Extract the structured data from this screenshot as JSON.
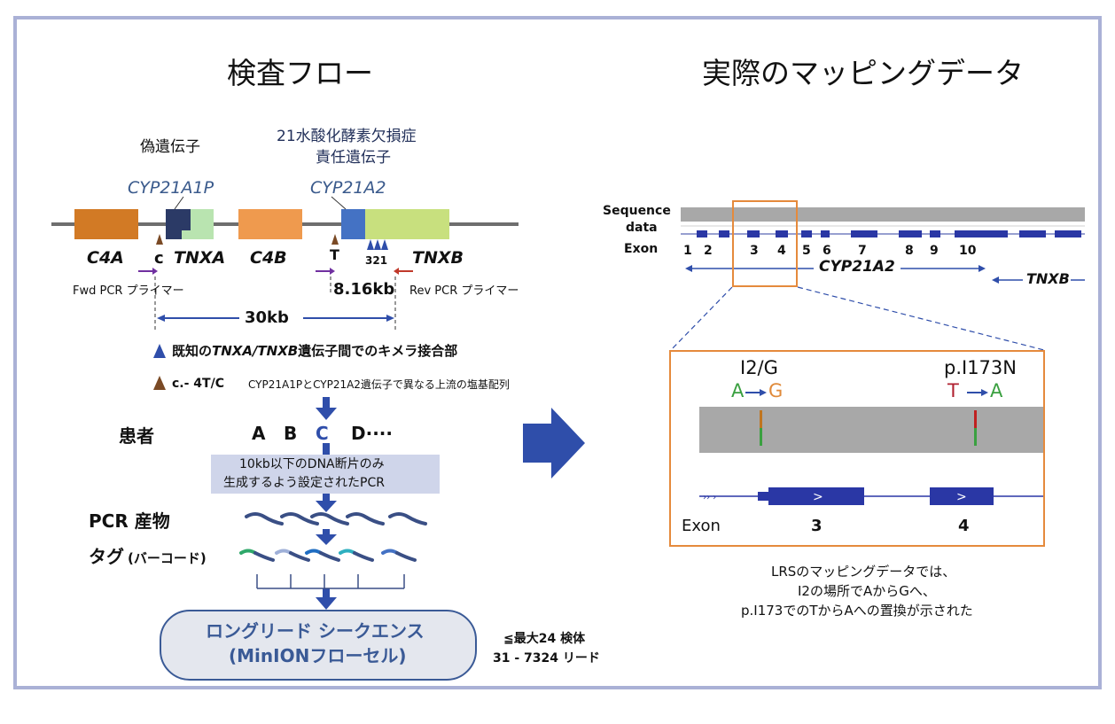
{
  "titles": {
    "left": "検査フロー",
    "right": "実際のマッピングデータ"
  },
  "gene_map": {
    "pseudogene_label": "偽遺伝子",
    "causal_label_line1": "21水酸化酵素欠損症",
    "causal_label_line2": "責任遺伝子",
    "cyp21a1p": "CYP21A1P",
    "cyp21a2": "CYP21A2",
    "c4a": "C4A",
    "c4b": "C4B",
    "c_marker": "c",
    "tnxa": "TNXA",
    "t_marker": "T",
    "num_321": "321",
    "tnxb": "TNXB",
    "fwd_primer": "Fwd PCR プライマー",
    "rev_primer": "Rev PCR プライマー",
    "size_816": "8.16kb",
    "size_30": "30kb",
    "colors": {
      "c4": "#d27a25",
      "c4b": "#ef9a4e",
      "cyp_dark": "#2b3a66",
      "cyp_blue": "#4472c4",
      "tnx_green_light": "#b9e4b0",
      "tnx_green": "#c8e07e",
      "marker_brown": "#7a4a25",
      "marker_blue": "#2f4eaa",
      "primer_purple": "#7030a0",
      "primer_red": "#c0392b"
    }
  },
  "legend": {
    "blue_prefix": "既知の",
    "blue_italic": "TNXA/TNXB",
    "blue_suffix": "遺伝子間でのキメラ接合部",
    "brown_main": "c.- 4T/C",
    "brown_desc": "CYP21A1PとCYP21A2遺伝子で異なる上流の塩基配列"
  },
  "flow": {
    "patient_label": "患者",
    "patients": [
      "A",
      "B",
      "C",
      "D····"
    ],
    "pcr_box_line1": "10kb以下のDNA断片のみ",
    "pcr_box_line2": "生成するよう設定されたPCR",
    "pcr_product": "PCR 産物",
    "tag_label": "タグ",
    "tag_paren": "(バーコード)",
    "lrs_line1": "ロングリード シークエンス",
    "lrs_line2": "(MinIONフローセル)",
    "capacity_line1": "≦最大24 検体",
    "capacity_line2": "31 - 7324 リード"
  },
  "mapping": {
    "sequence_data_line1": "Sequence",
    "sequence_data_line2": "data",
    "exon_label": "Exon",
    "exon_numbers": [
      "1",
      "2",
      "3",
      "4",
      "5",
      "6",
      "7",
      "8",
      "9",
      "10"
    ],
    "cyp21a2": "CYP21A2",
    "tnxb": "TNXB",
    "zoom_i2g": "I2/G",
    "zoom_p173": "p.I173N",
    "zoom_a": "A",
    "zoom_g": "G",
    "zoom_t": "T",
    "zoom_a2": "A",
    "zoom_exon_label": "Exon",
    "zoom_exon_3": "3",
    "zoom_exon_4": "4",
    "caption_line1": "LRSのマッピングデータでは、",
    "caption_line2": "I2の場所でAからGへ、",
    "caption_line3": "p.I173でのTからAへの置換が示された"
  }
}
